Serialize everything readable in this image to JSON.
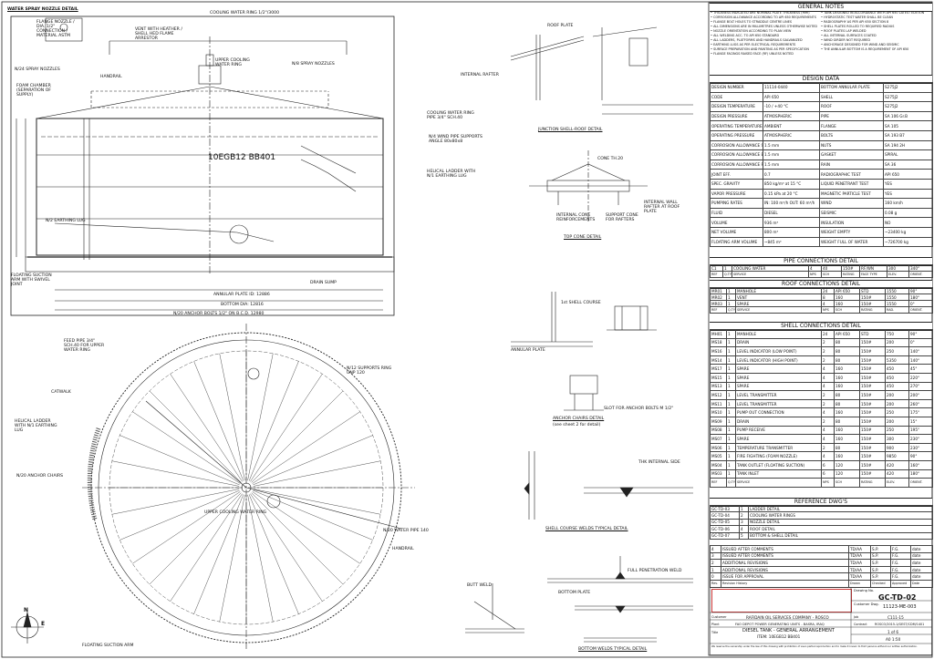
{
  "drawing_labels": {
    "water_spray_title": "WATER SPRAY NOZZLE DETAIL",
    "flange_note": "FLANGE NOZZLE / DIA. 1/2\" CONNECTION / MATERIAL ASTM",
    "spray_nozzles": "N/24 SPRAY NOZZLES",
    "foam_chamber": "FOAM CHAMBER (SEPARATION OF SUPPLY)",
    "cooling_ring": "COOLING WATER RING 1/2\"/3000",
    "vent_note": "VENT WITH HEATHER / SHELL HED FLAME ARRESTOR",
    "upper_cooling": "UPPER COOLING WATER RING",
    "spray_nozzle_right": "N/8 SPRAY NOZZLES",
    "handrail": "HANDRAIL",
    "tank_id": "10EGB12 BB401",
    "cooling_ring_right": "COOLING WATER RING PIPE 3/4\" SCH.40",
    "pipe_supports": "N/4 WIND PIPE SUPPORTS ANGLE 80x80x8",
    "helical_ladder": "HELICAL LADDER WITH N/1 EARTHING LUG",
    "earthing": "N/2 EARTHING LUG",
    "floating_suction": "FLOATING SUCTION ARM WITH SWIVEL JOINT",
    "annular_plate": "ANNULAR PLATE ID: 12886",
    "bottom_plate": "BOTTOM DIA: 12816",
    "anchor_bolts": "N/20 ANCHOR BOLTS 1/2\" ON B.C.D. 12980",
    "drain": "DRAIN SUMP",
    "feed_pipe": "FEED PIPE 3/4\" SCH.40 FOR UPPER WATER RING",
    "catwalk": "CATWALK",
    "helical_plan": "HELICAL LADDER WITH N/1 EARTHING LUG",
    "anchor_chairs": "N/20 ANCHOR CHAIRS",
    "upper_ring_plan": "UPPER COOLING WATER RING",
    "n8_supports": "N/12 SUPPORTS RING UNP 120",
    "n20_wind": "N/20 WATER PIPE 140",
    "handrail_plan": "HANDRAIL",
    "floating_plan": "FLOATING SUCTION ARM",
    "junction_title": "JUNCTION SHELL-ROOF DETAIL",
    "internal_rafter": "INTERNAL RAFTER",
    "roof_plate": "ROOF PLATE",
    "top_cone_title": "TOP CONE DETAIL",
    "cone_note": "CONE TH.20",
    "wall_rafter": "INTERNAL WALL RAFTER AT ROOF PLATE",
    "int_cone": "INTERNAL CONE REINFORCEMENTS",
    "support_cone": "SUPPORT CONE FOR RAFTERS",
    "anchor_chairs_title": "ANCHOR CHAIRS DETAIL",
    "anchor_chairs_sub": "(see sheet 2 for detail)",
    "annular_plate_lbl": "ANNULAR PLATE",
    "shell_lbl": "1st SHELL COURSE",
    "slot_note": "SLOT FOR ANCHOR BOLTS M 1/2\"",
    "shell_welds_title": "SHELL COURSE WELDS TYPICAL DETAIL",
    "bottom_welds_title": "BOTTOM WELDS TYPICAL DETAIL",
    "full_pen": "FULL PENETRATION WELD",
    "butt_weld": "BUTT WELD",
    "bottom_plate_lbl": "BOTTOM PLATE",
    "thk_internal": "THK INTERNAL SIDE",
    "north": "N",
    "east": "E"
  },
  "general_notes": {
    "title": "GENERAL NOTES",
    "left": [
      "THICKNESS INDICATED ARE NOMINAL PLATE THICKNESS (mm)",
      "CORROSION ALLOWANCE ACCORDING TO API 650 REQUIREMENTS",
      "FLANGE BOLT HOLES TO STRADDLE CENTRE LINES",
      "ALL DIMENSIONS ARE IN MILLIMETRES UNLESS OTHERWISE NOTED",
      "NOZZLE ORIENTATION ACCORDING TO PLAN VIEW",
      "ALL WELDING ACC. TO API 650 STANDARD",
      "ALL LADDERS, PLATFORMS AND HANDRAILS GALVANIZED",
      "EARTHING LUGS AS PER ELECTRICAL REQUIREMENTS",
      "SURFACE PREPARATION AND PAINTING AS PER SPECIFICATION",
      "FLANGE FACINGS RAISED FACE (RF) UNLESS NOTED"
    ],
    "right": [
      "TANK DESIGNED IN ACCORDANCE WITH API 650 LATEST EDITION",
      "HYDROSTATIC TEST WATER SHALL BE CLEAN",
      "RADIOGRAPHY AS PER API 650 SECTION 8",
      "SHELL PLATES ROLLED TO REQUIRED RADIUS",
      "ROOF PLATES LAP WELDED",
      "ALL INTERNAL SURFACES COATED",
      "WIND GIRDER NOT REQUIRED",
      "ANCHORAGE DESIGNED FOR WIND AND SEISMIC",
      "THE ANNULAR BOTTOM IS A REQUIREMENT OF API 650"
    ]
  },
  "design_data": {
    "title": "DESIGN DATA",
    "rows": [
      [
        "DESIGN NUMBER",
        "11114-0440",
        "BOTTOM ANNULAR PLATE",
        "S275J2"
      ],
      [
        "CODE",
        "API 650",
        "SHELL",
        "S275J2"
      ],
      [
        "DESIGN TEMPERATURE",
        "-10 / +40 °C",
        "ROOF",
        "S275J2"
      ],
      [
        "DESIGN PRESSURE",
        "ATMOSPHERIC",
        "PIPE",
        "SA 106 Gr.B"
      ],
      [
        "OPERATING TEMPERATURE",
        "AMBIENT",
        "FLANGE",
        "SA 105"
      ],
      [
        "OPERATING PRESSURE",
        "ATMOSPHERIC",
        "BOLTS",
        "SA 193 B7"
      ],
      [
        "CORROSION ALLOWANCE SHELL",
        "1.5 mm",
        "NUTS",
        "SA 194 2H"
      ],
      [
        "CORROSION ALLOWANCE BOTTOM",
        "1.5 mm",
        "GASKET",
        "SPIRAL"
      ],
      [
        "CORROSION ALLOWANCE ROOF",
        "1.5 mm",
        "RAIN",
        "SA 36"
      ],
      [
        "JOINT EFF.",
        "0.7",
        "RADIOGRAPHIC TEST",
        "API 650"
      ],
      [
        "SPEC. GRAVITY",
        "850 kg/m³ at 15 °C",
        "LIQUID PENETRANT TEST",
        "YES"
      ],
      [
        "VAPOR PRESSURE",
        "0.15 kPa at 20 °C",
        "MAGNETIC PARTICLE TEST",
        "YES"
      ],
      [
        "PUMPING RATES",
        "IN: 100 m³/h OUT: 60 m³/h",
        "WIND",
        "160 km/h"
      ],
      [
        "FLUID",
        "DIESEL",
        "SEISMIC",
        "0.08 g"
      ],
      [
        "VOLUME",
        "936 m³",
        "INSULATION",
        "NO"
      ],
      [
        "NET VOLUME",
        "800 m³",
        "WEIGHT EMPTY",
        "~23400 kg"
      ],
      [
        "FLOATING ARM VOLUME",
        "~845 m³",
        "WEIGHT FULL OF WATER",
        "~726700 kg"
      ]
    ]
  },
  "pipe_connections": {
    "title": "PIPE CONNECTIONS DETAIL",
    "rows": [
      [
        "C1",
        "1",
        "COOLING WATER",
        "4",
        "40",
        "150#",
        "RF/WN",
        "300",
        "340°"
      ]
    ],
    "header": [
      "REF",
      "Q.TY",
      "SERVICE",
      "NPS",
      "SCH",
      "RATING",
      "FACE TYPE",
      "ELEV.",
      "ORIENT."
    ]
  },
  "roof_connections": {
    "title": "ROOF CONNECTIONS DETAIL",
    "rows": [
      [
        "MR01",
        "1",
        "MANHOLE",
        "24",
        "API 650",
        "STD",
        "1550",
        "90°"
      ],
      [
        "MR02",
        "1",
        "VENT",
        "8",
        "160",
        "150#",
        "1550",
        "180°"
      ],
      [
        "MR03",
        "1",
        "SPARE",
        "4",
        "160",
        "150#",
        "1550",
        "0°"
      ]
    ],
    "header": [
      "REF",
      "Q.TY",
      "SERVICE",
      "NPS",
      "SCH",
      "RATING",
      "RAD.",
      "ORIENT."
    ]
  },
  "shell_connections": {
    "title": "SHELL CONNECTIONS DETAIL",
    "rows": [
      [
        "MH01",
        "1",
        "MANHOLE",
        "24",
        "API 650",
        "STD",
        "750",
        "90°"
      ],
      [
        "MS18",
        "1",
        "DRAIN",
        "2",
        "80",
        "150#",
        "200",
        "0°"
      ],
      [
        "MS16",
        "1",
        "LEVEL INDICATOR (LOW POINT)",
        "2",
        "80",
        "150#",
        "250",
        "140°"
      ],
      [
        "MS14",
        "1",
        "LEVEL INDICATOR (HIGH POINT)",
        "2",
        "80",
        "150#",
        "5350",
        "140°"
      ],
      [
        "MS17",
        "1",
        "SPARE",
        "4",
        "160",
        "150#",
        "450",
        "45°"
      ],
      [
        "MS15",
        "1",
        "SPARE",
        "4",
        "160",
        "150#",
        "450",
        "220°"
      ],
      [
        "MS13",
        "1",
        "SPARE",
        "4",
        "160",
        "150#",
        "450",
        "270°"
      ],
      [
        "MS12",
        "1",
        "LEVEL TRANSMITTER",
        "2",
        "80",
        "150#",
        "200",
        "200°"
      ],
      [
        "MS11",
        "1",
        "LEVEL TRANSMITTER",
        "2",
        "80",
        "150#",
        "200",
        "260°"
      ],
      [
        "MS10",
        "1",
        "PUMP OUT CONNECTION",
        "4",
        "160",
        "150#",
        "250",
        "175°"
      ],
      [
        "MS09",
        "1",
        "DRAIN",
        "2",
        "80",
        "150#",
        "200",
        "15°"
      ],
      [
        "MS08",
        "1",
        "PUMP RECEIVE",
        "4",
        "160",
        "150#",
        "250",
        "195°"
      ],
      [
        "MS07",
        "1",
        "SPARE",
        "4",
        "160",
        "150#",
        "300",
        "230°"
      ],
      [
        "MS06",
        "1",
        "TEMPERATURE TRANSMITTER",
        "2",
        "80",
        "150#",
        "900",
        "230°"
      ],
      [
        "MS05",
        "1",
        "FIRE FIGHTING (FOAM NOZZLE)",
        "4",
        "160",
        "150#",
        "9850",
        "90°"
      ],
      [
        "MS04",
        "1",
        "TANK OUTLET (FLOATING SUCTION)",
        "6",
        "120",
        "150#",
        "420",
        "160°"
      ],
      [
        "MS03",
        "1",
        "TANK INLET",
        "6",
        "120",
        "150#",
        "420",
        "180°"
      ]
    ],
    "header": [
      "REF",
      "Q.TY",
      "SERVICE",
      "NPS",
      "SCH",
      "RATING",
      "ELEV.",
      "ORIENT."
    ]
  },
  "reference_dwgs": {
    "title": "REFERENCE DWG'S",
    "rows": [
      [
        "GC-TD-03",
        "1",
        "LADDER DETAIL"
      ],
      [
        "GC-TD-04",
        "2",
        "COOLING WATER RINGS"
      ],
      [
        "GC-TD-05",
        "3",
        "NOZZLE DETAIL"
      ],
      [
        "GC-TD-06",
        "4",
        "ROOF DETAIL"
      ],
      [
        "GC-TD-07",
        "5",
        "BOTTOM & SHELL DETAIL"
      ]
    ]
  },
  "revisions": [
    [
      "4",
      "ISSUED AFTER COMMENTS",
      "TD/AA",
      "S.P.",
      "F.G.",
      "date"
    ],
    [
      "3",
      "ISSUED AFTER COMMENTS",
      "TD/AA",
      "S.P.",
      "F.G.",
      "date"
    ],
    [
      "2",
      "ADDITIONAL REVISIONS",
      "TD/AA",
      "S.P.",
      "F.G.",
      "date"
    ],
    [
      "1",
      "ADDITIONAL REVISIONS",
      "TD/AA",
      "S.P.",
      "F.G.",
      "date"
    ],
    [
      "0",
      "ISSUE FOR APPROVAL",
      "TD/AA",
      "S.P.",
      "F.G.",
      "date"
    ]
  ],
  "rev_header": [
    "Rev.",
    "Revision History",
    "Drawn",
    "Checked",
    "Approved",
    "Date"
  ],
  "title_block": {
    "drawing_no_label": "Drawing No.",
    "drawing_no": "GC-TD-02",
    "customer_dwg_label": "Customer Dwg.",
    "customer_dwg": "11123-ME-003",
    "customer_label": "Customer",
    "customer": "RAFIDAIN OIL SERVICES COMPANY - ROSCO",
    "job_label": "Job",
    "job": "C111-15",
    "plant_label": "Plant",
    "plant": "FAO DEPOT POWER GENERATING UNITS - BASRA, IRAQ",
    "contract_label": "Contract",
    "contract": "ROSCO/2015-1/GEST/CDM/1401",
    "title_label": "Title",
    "title1": "DIESEL TANK - GENERAL ARRANGEMENT",
    "title2": "ITEM: 10EGB12 BB401",
    "sheet": "1 of 6",
    "scale": "A0 1:50",
    "footer": "We reserve the ownership under the law of this drawing with prohibition of even partial reproduction and to make it known to third persons without our written authorization."
  }
}
